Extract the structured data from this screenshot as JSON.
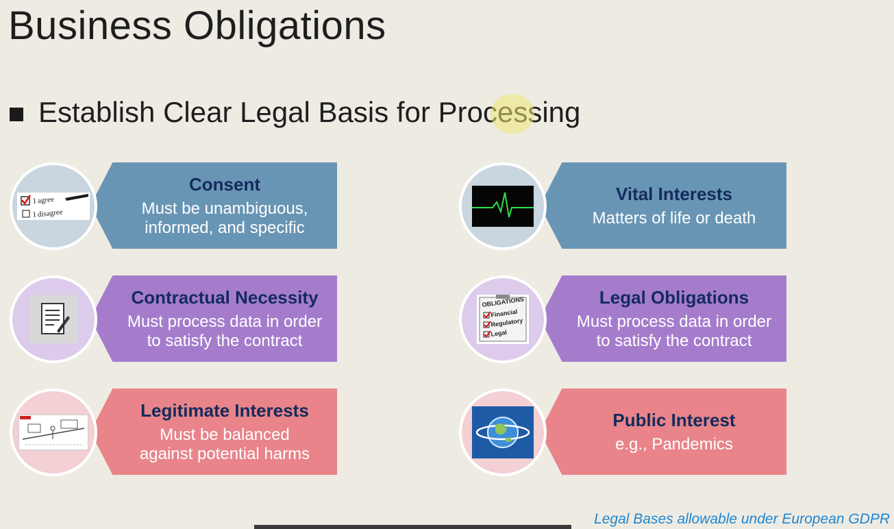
{
  "title": "Business Obligations",
  "bullet": "Establish Clear Legal Basis for Processing",
  "cards": [
    {
      "heading": "Consent",
      "line1": "Must be unambiguous,",
      "line2": "informed, and specific",
      "icon": "checkbox-agree-icon",
      "agree": "I agree",
      "disagree": "I disagree"
    },
    {
      "heading": "Vital Interests",
      "line1": "Matters of life or death",
      "line2": "",
      "icon": "heartbeat-monitor-icon"
    },
    {
      "heading": "Contractual Necessity",
      "line1": "Must process data in order",
      "line2": "to satisfy the contract",
      "icon": "contract-document-icon"
    },
    {
      "heading": "Legal Obligations",
      "line1": "Must process data in order",
      "line2": "to satisfy the contract",
      "icon": "obligations-clipboard-icon",
      "clip_title": "OBLIGATIONS",
      "clip_items": [
        "Financial",
        "Regulatory",
        "Legal"
      ]
    },
    {
      "heading": "Legitimate Interests",
      "line1": "Must be balanced",
      "line2": "against potential harms",
      "icon": "balance-cartoon-icon"
    },
    {
      "heading": "Public Interest",
      "line1": "e.g., Pandemics",
      "line2": "",
      "icon": "globe-icon"
    }
  ],
  "caption": "Legal Bases allowable under European GDPR",
  "colors": {
    "blue": "#6995b4",
    "purple": "#a57ccc",
    "red": "#e8848a",
    "heading": "#142b5c",
    "caption": "#1e86d2"
  }
}
